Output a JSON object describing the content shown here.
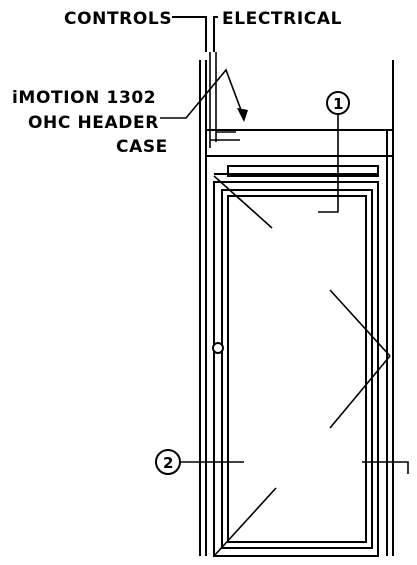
{
  "labels": {
    "controls": "CONTROLS",
    "electrical": "ELECTRICAL",
    "header_line1": "iMOTION 1302",
    "header_line2": "OHC HEADER",
    "header_line3": "CASE"
  },
  "callouts": {
    "one": "1",
    "two": "2"
  }
}
